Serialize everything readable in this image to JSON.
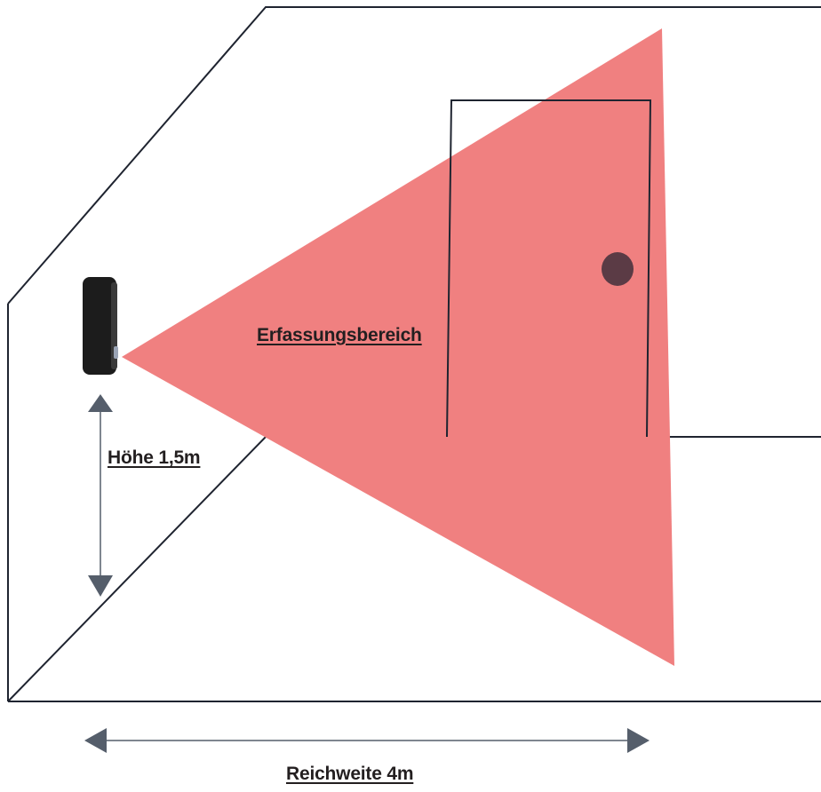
{
  "labels": {
    "detection_area": "Erfassungsbereich",
    "height": "Höhe 1,5m",
    "range": "Reichweite 4m"
  },
  "colors": {
    "detection_cone": "#f08080",
    "room_lines": "#1f2430",
    "door_knob": "#5b3b45",
    "arrows": "#555e6b",
    "device": "#1c1c1c"
  }
}
